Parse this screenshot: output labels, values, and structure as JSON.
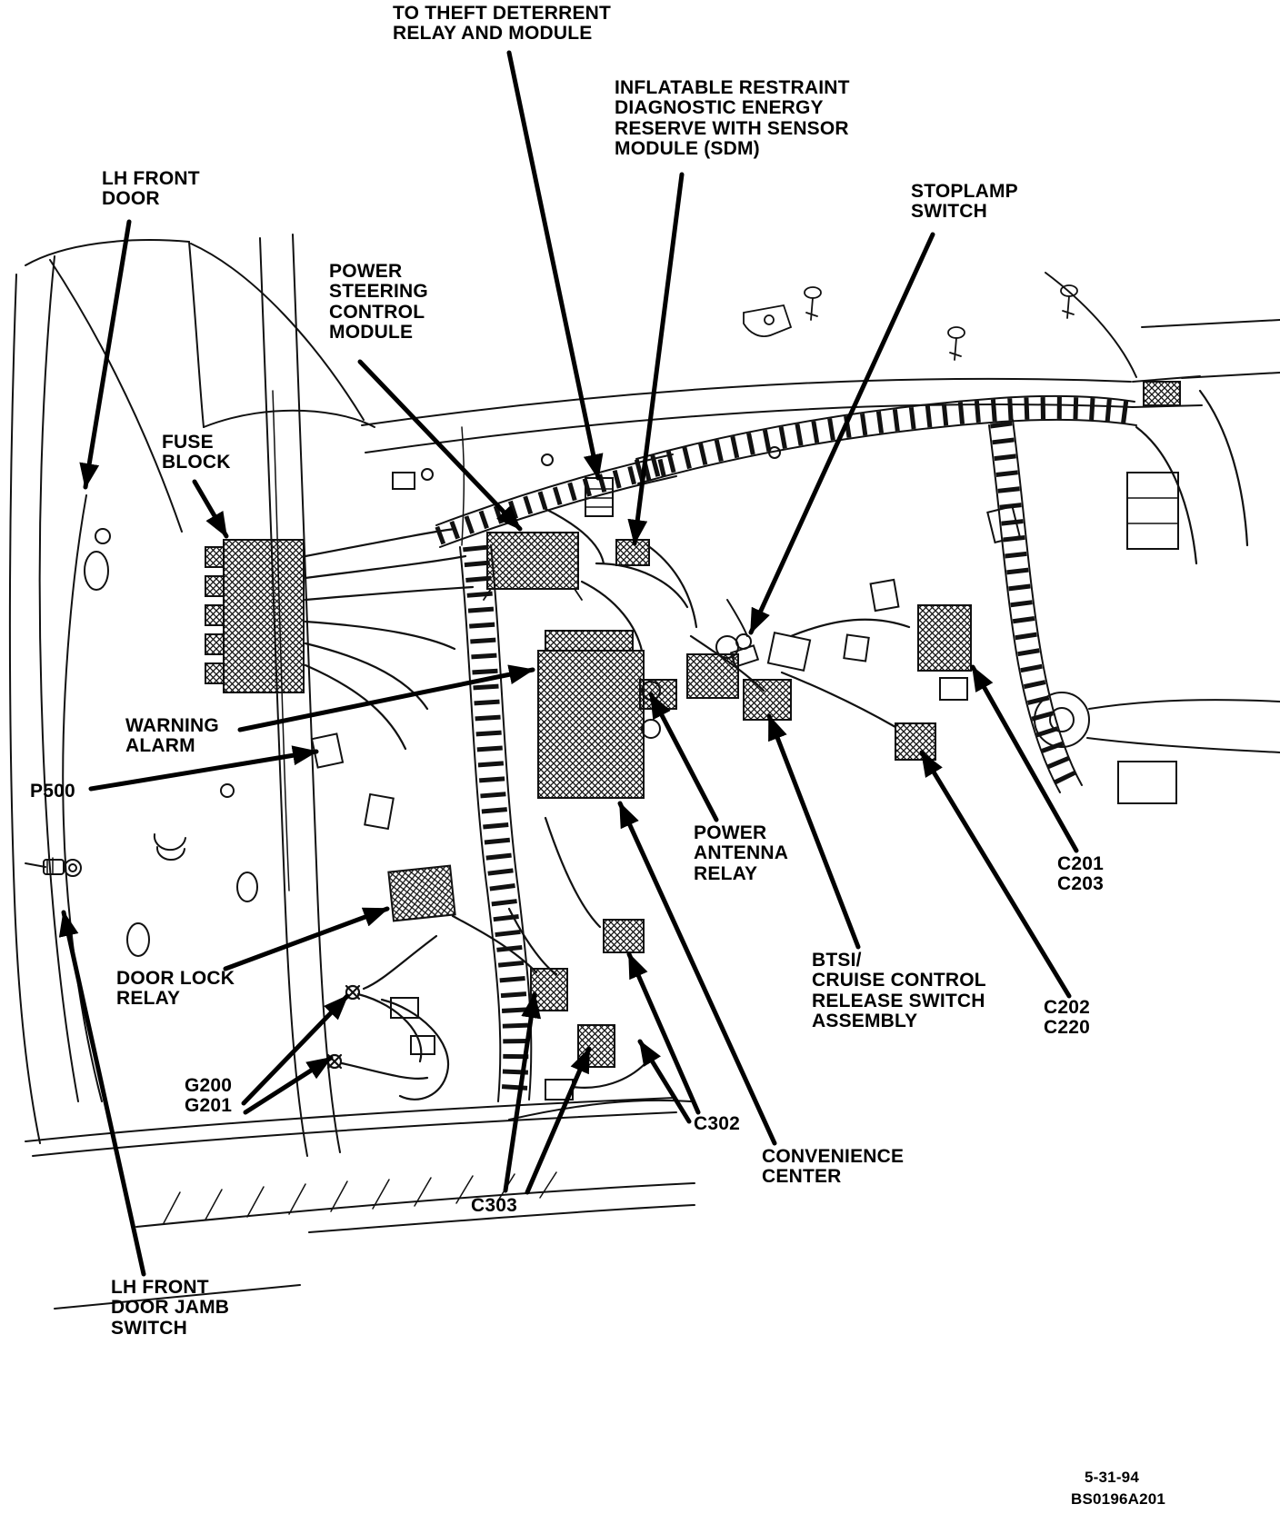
{
  "figure": {
    "date": "5-31-94",
    "code": "BS0196A201"
  },
  "labels": {
    "theft_deterrent": "TO THEFT DETERRENT\nRELAY AND MODULE",
    "sdm": "INFLATABLE RESTRAINT\nDIAGNOSTIC ENERGY\nRESERVE WITH SENSOR\nMODULE (SDM)",
    "stoplamp_switch": "STOPLAMP\nSWITCH",
    "lh_front_door": "LH FRONT\nDOOR",
    "power_steering_control_module": "POWER\nSTEERING\nCONTROL\nMODULE",
    "fuse_block": "FUSE\nBLOCK",
    "warning_alarm": "WARNING\nALARM",
    "p500": "P500",
    "door_lock_relay": "DOOR LOCK\nRELAY",
    "g200_g201": "G200\nG201",
    "c303": "C303",
    "c302": "C302",
    "convenience_center": "CONVENIENCE\nCENTER",
    "power_antenna_relay": "POWER\nANTENNA\nRELAY",
    "btsi": "BTSI/\nCRUISE CONTROL\nRELEASE SWITCH\nASSEMBLY",
    "c201_c203": "C201\nC203",
    "c202_c220": "C202\nC220",
    "lh_front_door_jamb_switch": "LH FRONT\nDOOR JAMB\nSWITCH"
  }
}
